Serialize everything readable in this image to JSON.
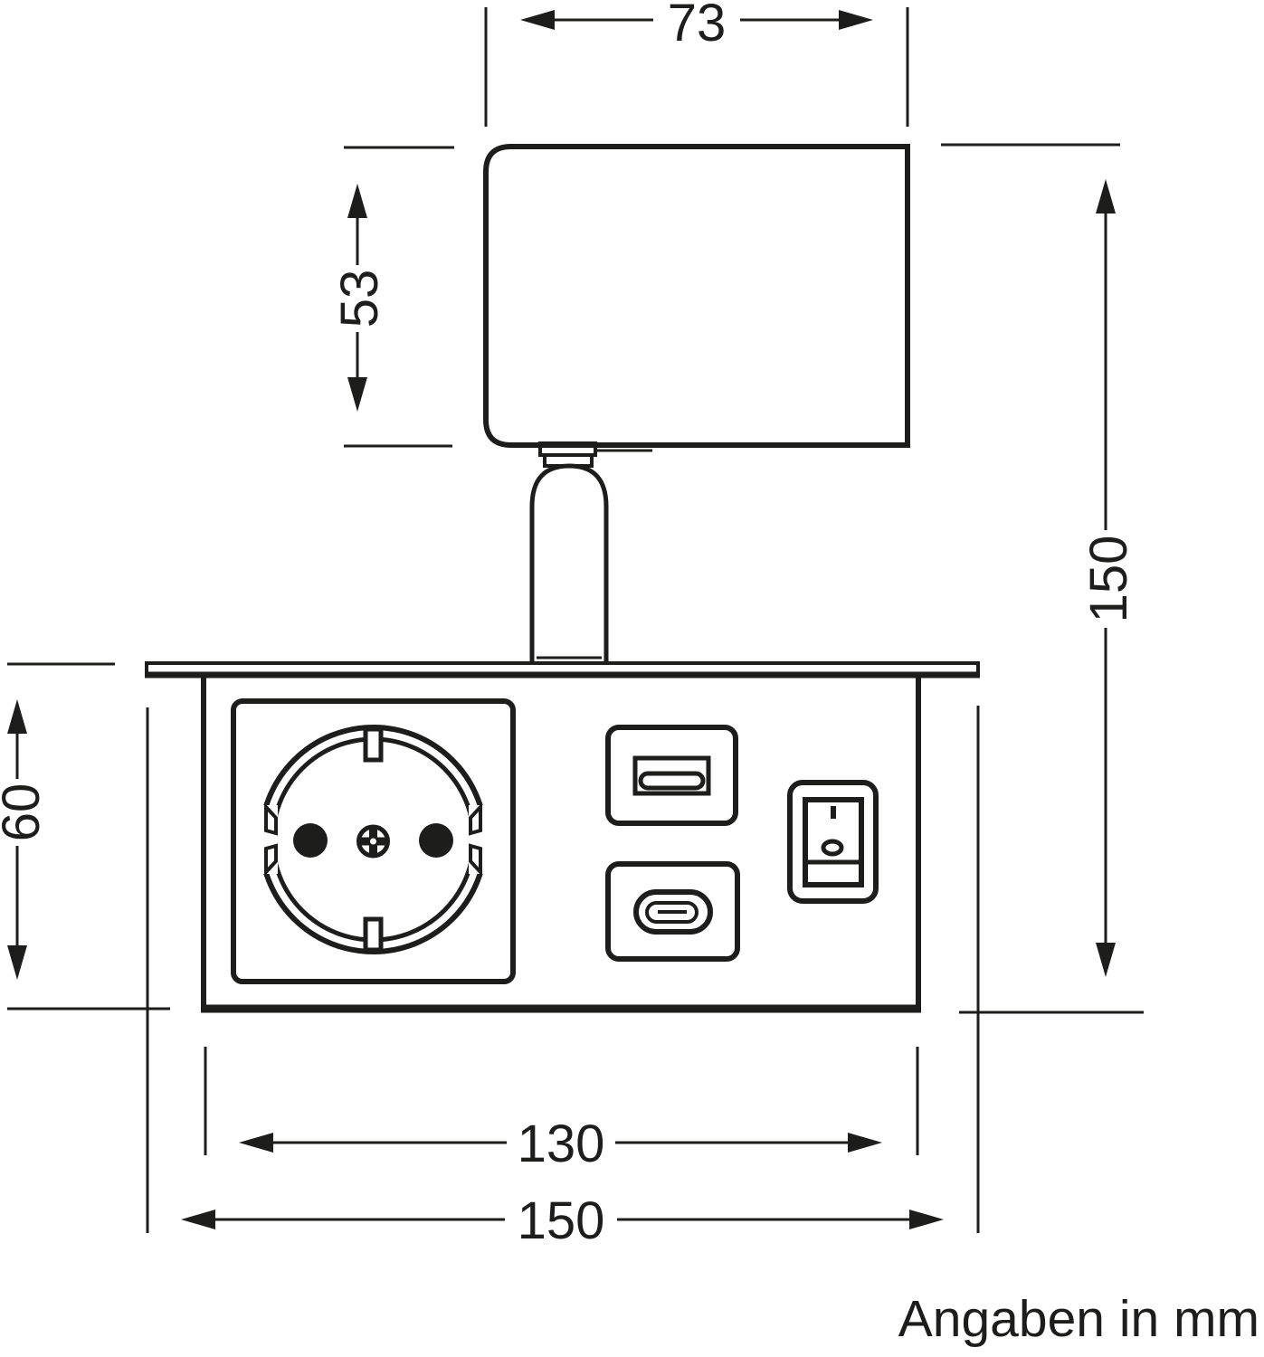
{
  "drawing": {
    "note": "Angaben in mm",
    "dimensions": {
      "shade_width": "73",
      "shade_height": "53",
      "total_height": "150",
      "panel_height": "60",
      "panel_width": "130",
      "total_width": "150"
    },
    "components": [
      "lamp-shade",
      "lamp-stem",
      "mounting-plate",
      "socket-panel",
      "schuko-socket",
      "usb-a-port",
      "usb-c-port",
      "rocker-switch"
    ],
    "colors": {
      "line": "#1d1d1b",
      "background": "#ffffff"
    }
  }
}
